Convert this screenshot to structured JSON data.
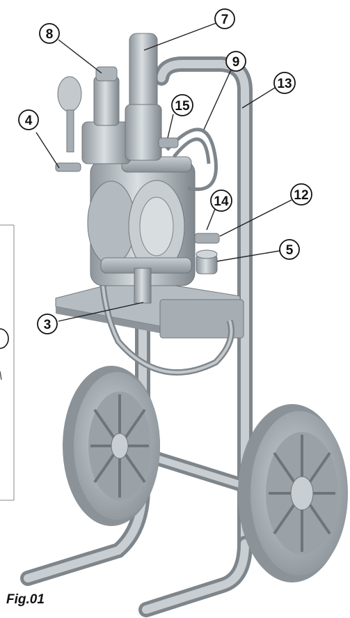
{
  "figure": {
    "caption": "Fig.01",
    "callouts": [
      {
        "label": "7"
      },
      {
        "label": "8"
      },
      {
        "label": "9"
      },
      {
        "label": "13"
      },
      {
        "label": "15"
      },
      {
        "label": "4"
      },
      {
        "label": "14"
      },
      {
        "label": "12"
      },
      {
        "label": "5"
      },
      {
        "label": "3"
      }
    ]
  }
}
